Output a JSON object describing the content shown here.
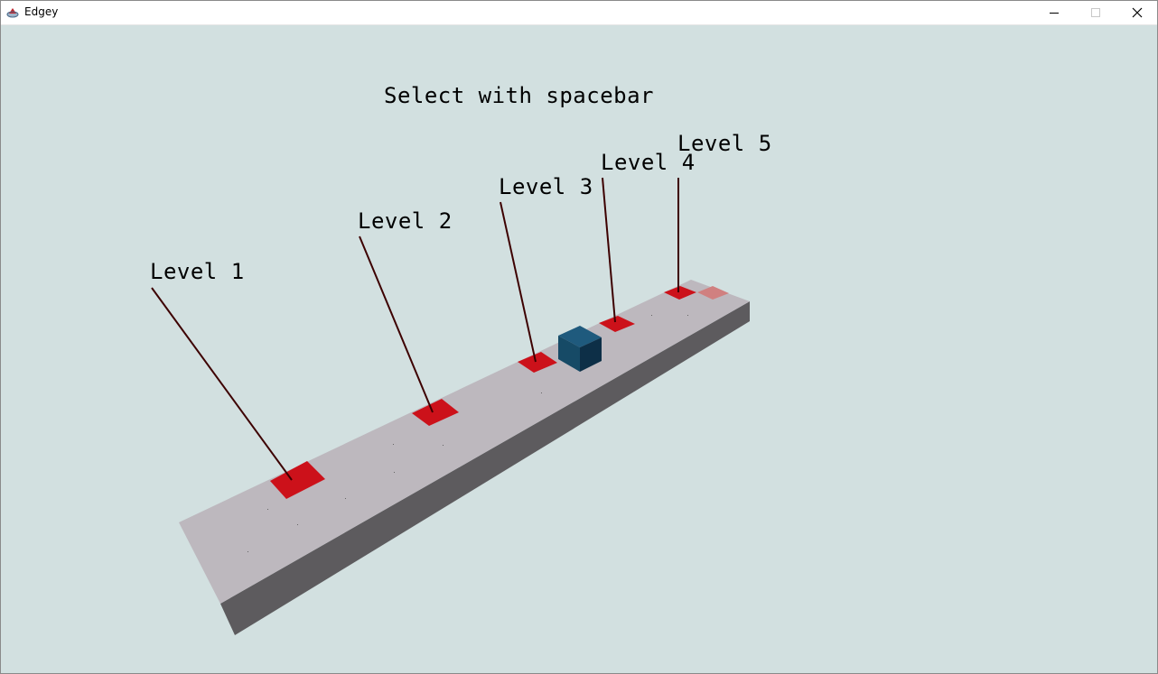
{
  "window": {
    "title": "Edgey",
    "icon": "edgey-app-icon",
    "controls": {
      "minimize": "minimize-icon",
      "maximize": "maximize-icon",
      "close": "close-icon"
    }
  },
  "hud": {
    "instruction": "Select with spacebar"
  },
  "levels": [
    {
      "label": "Level 1"
    },
    {
      "label": "Level 2"
    },
    {
      "label": "Level 3"
    },
    {
      "label": "Level 4"
    },
    {
      "label": "Level 5"
    }
  ],
  "colors": {
    "background": "#d2e0e0",
    "platform_top": "#bdb8be",
    "platform_side": "#5d5b5e",
    "level_tile": "#cc111a",
    "next_tile": "#d08080",
    "player_cube": "#164a66",
    "leader_line": "#3d0000"
  }
}
